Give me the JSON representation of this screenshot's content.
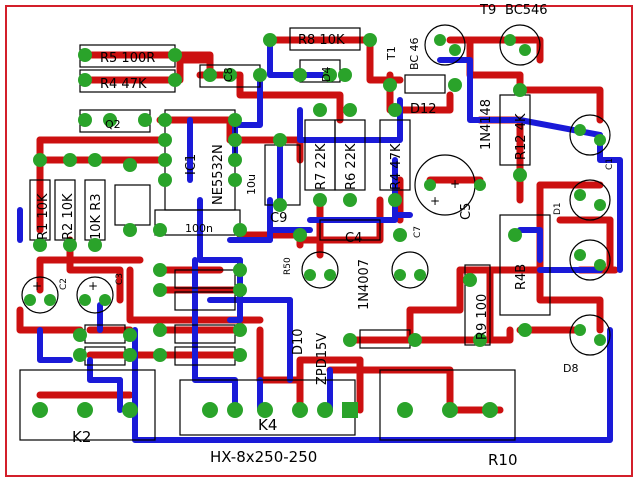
{
  "title": "HX-8x250-250",
  "colors": {
    "board_outline": "#d31f2a",
    "top_trace": "#cc1010",
    "bottom_trace": "#1a1ad8",
    "pad": "#2aa32a",
    "pad_hole": "#ffffff",
    "silkscreen": "#000000"
  },
  "labels": {
    "t9": "T9",
    "bc546": "BC546",
    "bc46": "BC 46",
    "t1": "T1",
    "r5": "R5 100R",
    "r4": "R4 47K",
    "r8": "R8 10K",
    "c8": "C8",
    "d4": "D4",
    "q2": "Q2",
    "ic1_name": "IC1",
    "ic1_part": "NE5532N",
    "d12": "D12",
    "d12_part": "1N4148",
    "r1": "R1 10K",
    "r2": "R2 10K",
    "r3": "10K R3",
    "r7": "R7 22K",
    "r6": "R6 22K",
    "r4b": "R4 47K",
    "r12": "R12 4K",
    "c5": "C5",
    "c_100n": "100n",
    "c9": "C9",
    "c_10u": "10u",
    "c4": "C4",
    "n4007": "1N4007",
    "d10": "D10",
    "zpd15": "ZPD15V",
    "r9": "R9 100",
    "r48": "R4B",
    "d8": "D8",
    "k2": "K2",
    "k4": "K4",
    "r10": "R10",
    "c2": "C2",
    "c3": "C3",
    "c7": "C7",
    "c1": "C1",
    "d1": "D1",
    "r50": "R50"
  }
}
